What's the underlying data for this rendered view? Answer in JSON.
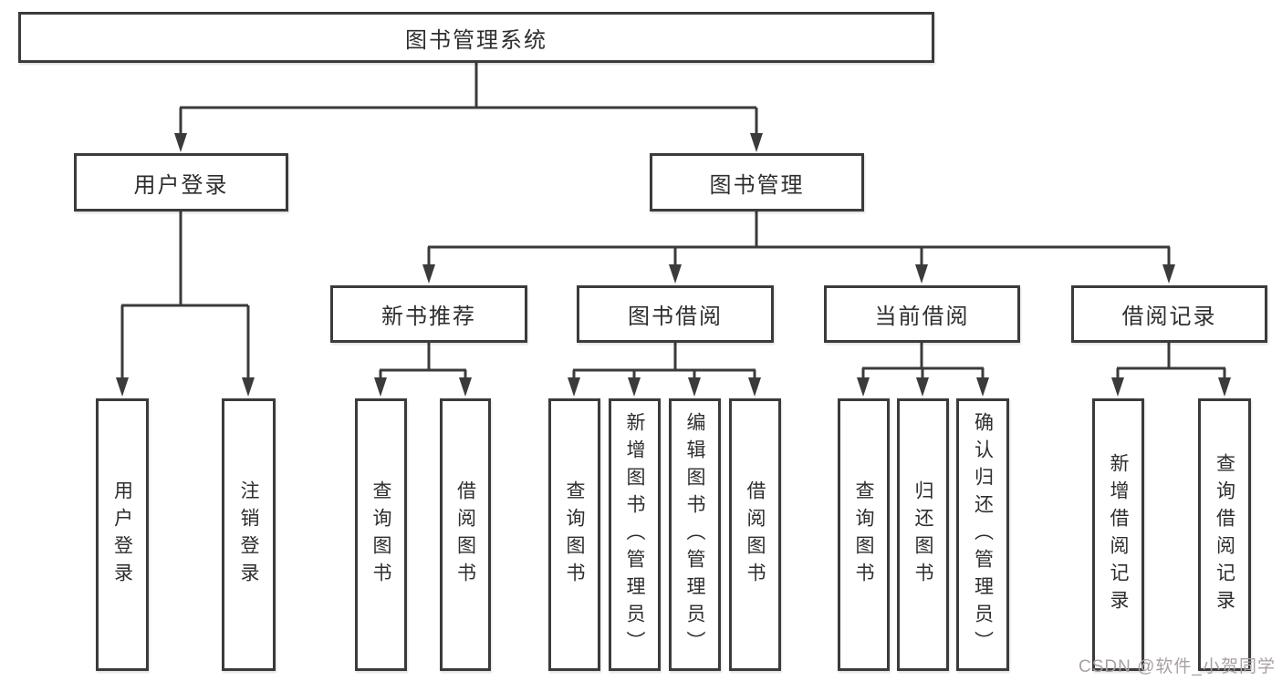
{
  "diagram": {
    "nodes": {
      "root": "图书管理系统",
      "user_login": "用户登录",
      "book_mgmt": "图书管理",
      "new_book_rec": "新书推荐",
      "book_borrow": "图书借阅",
      "current_borrow": "当前借阅",
      "borrow_record": "借阅记录",
      "leaf_user_login": "用户登录",
      "leaf_logout": "注销登录",
      "leaf_query_book_new": "查询图书",
      "leaf_borrow_book_new": "借阅图书",
      "leaf_query_book_borrow": "查询图书",
      "leaf_add_book": "新增图书（管理员）",
      "leaf_edit_book": "编辑图书（管理员）",
      "leaf_borrow_book_borrow": "借阅图书",
      "leaf_query_book_current": "查询图书",
      "leaf_return_book": "归还图书",
      "leaf_confirm_return": "确认归还（管理员）",
      "leaf_add_record": "新增借阅记录",
      "leaf_query_record": "查询借阅记录"
    },
    "tree": {
      "图书管理系统": {
        "用户登录": [
          "用户登录",
          "注销登录"
        ],
        "图书管理": {
          "新书推荐": [
            "查询图书",
            "借阅图书"
          ],
          "图书借阅": [
            "查询图书",
            "新增图书（管理员）",
            "编辑图书（管理员）",
            "借阅图书"
          ],
          "当前借阅": [
            "查询图书",
            "归还图书",
            "确认归还（管理员）"
          ],
          "借阅记录": [
            "新增借阅记录",
            "查询借阅记录"
          ]
        }
      }
    },
    "colors": {
      "line": "#3b3b3b",
      "box_border": "#3b3b3b",
      "text": "#2e2e2e",
      "background": "#ffffff",
      "watermark": "#a9a1a1"
    }
  },
  "watermark": {
    "text": "CSDN @软件_小贺同学"
  }
}
